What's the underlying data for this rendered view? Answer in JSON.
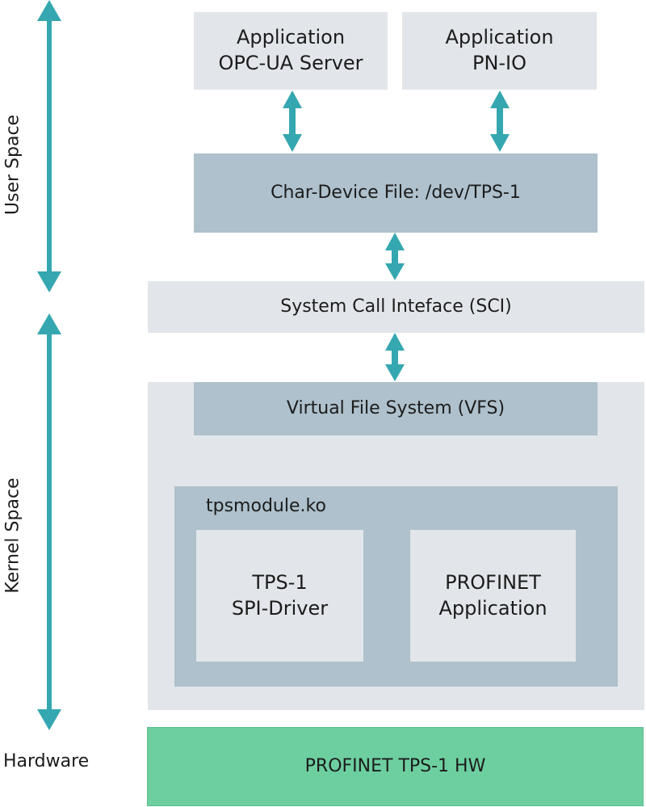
{
  "labels": {
    "user_space": "User Space",
    "kernel_space": "Kernel Space",
    "hardware": "Hardware"
  },
  "boxes": {
    "app_opcua": {
      "line1": "Application",
      "line2": "OPC-UA Server"
    },
    "app_pnio": {
      "line1": "Application",
      "line2": "PN-IO"
    },
    "char_device": "Char-Device File: /dev/TPS-1",
    "sci": "System Call Inteface (SCI)",
    "vfs": "Virtual File System (VFS)",
    "module": "tpsmodule.ko",
    "spi_driver": {
      "line1": "TPS-1",
      "line2": "SPI-Driver"
    },
    "pn_app": {
      "line1": "PROFINET",
      "line2": "Application"
    },
    "hw": "PROFINET TPS-1 HW"
  },
  "colors": {
    "arrow": "#35a7b0",
    "light_box": "#e2e6ea",
    "mid_box": "#aec1cc",
    "hardware_box": "#6dcfa0"
  }
}
